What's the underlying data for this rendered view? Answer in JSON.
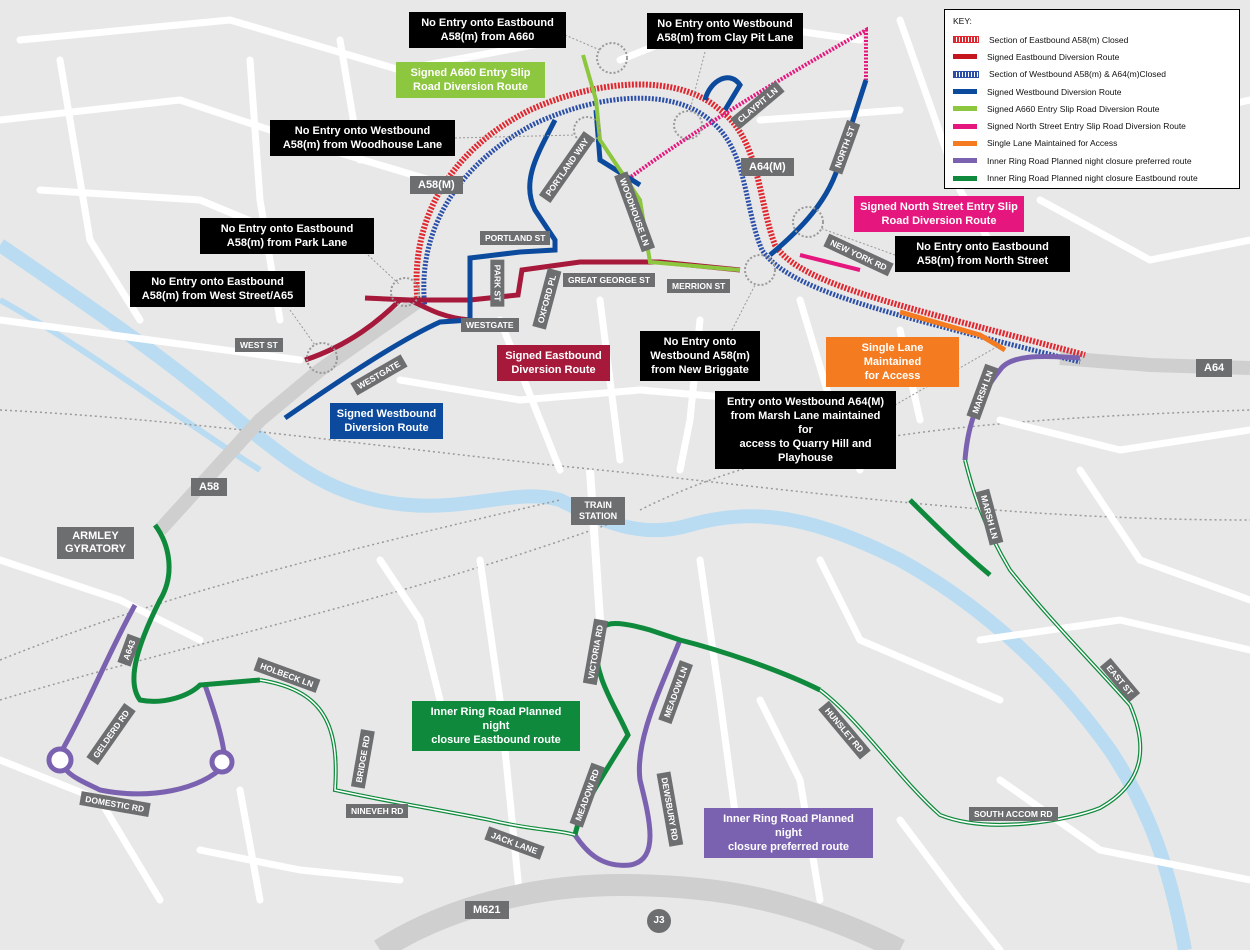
{
  "key": {
    "title": "KEY:",
    "items": [
      {
        "label": "Section of Eastbound A58(m) Closed",
        "color": "#e0262e",
        "style": "hatched"
      },
      {
        "label": "Signed Eastbound Diversion Route",
        "color": "#c4161c",
        "style": "solid"
      },
      {
        "label": "Section of Westbound A58(m) & A64(m)Closed",
        "color": "#2b4fa8",
        "style": "hatched"
      },
      {
        "label": "Signed Westbound Diversion Route",
        "color": "#0b4a9c",
        "style": "solid"
      },
      {
        "label": "Signed A660 Entry Slip Road Diversion Route",
        "color": "#8dc63f",
        "style": "solid"
      },
      {
        "label": "Signed North Street Entry Slip Road Diversion Route",
        "color": "#e5177e",
        "style": "solid"
      },
      {
        "label": "Single Lane Maintained for Access",
        "color": "#f47b20",
        "style": "solid"
      },
      {
        "label": "Inner Ring Road Planned night closure preferred route",
        "color": "#7b62b0",
        "style": "solid"
      },
      {
        "label": "Inner Ring Road Planned night closure Eastbound route",
        "color": "#0f8a3c",
        "style": "solid"
      }
    ]
  },
  "callouts": {
    "a660": [
      "No Entry onto Eastbound",
      "A58(m) from A660"
    ],
    "claypit": [
      "No Entry onto Westbound",
      "A58(m) from Clay Pit Lane"
    ],
    "woodhouse": [
      "No Entry onto Westbound",
      "A58(m) from Woodhouse Lane"
    ],
    "parklane": [
      "No Entry onto Eastbound",
      "A58(m) from Park Lane"
    ],
    "weststreet": [
      "No Entry onto Eastbound",
      "A58(m) from West Street/A65"
    ],
    "northstreet": [
      "No Entry onto Eastbound",
      "A58(m) from North Street"
    ],
    "newbriggate": [
      "No Entry onto",
      "Westbound A58(m)",
      "from New Briggate"
    ],
    "marshlane": [
      "Entry onto Westbound A64(M)",
      "from Marsh Lane maintained for",
      "access to Quarry Hill and",
      "Playhouse"
    ]
  },
  "route_labels": {
    "a660slip": [
      "Signed A660 Entry Slip",
      "Road Diversion Route"
    ],
    "northslip": [
      "Signed North Street Entry Slip",
      "Road Diversion Route"
    ],
    "eastbound": [
      "Signed Eastbound",
      "Diversion Route"
    ],
    "westbound": [
      "Signed Westbound",
      "Diversion Route"
    ],
    "singlelane": [
      "Single Lane Maintained",
      "for Access"
    ],
    "irr_east": [
      "Inner Ring Road Planned night",
      "closure Eastbound route"
    ],
    "irr_pref": [
      "Inner Ring Road Planned night",
      "closure preferred route"
    ]
  },
  "road_tags": {
    "a58m": "A58(M)",
    "a64m": "A64(M)",
    "a64": "A64",
    "a58": "A58",
    "m621": "M621",
    "j3": "J3",
    "armley": [
      "ARMLEY",
      "GYRATORY"
    ],
    "train": [
      "TRAIN",
      "STATION"
    ]
  },
  "streets": {
    "claypit": "CLAYPIT LN",
    "northst": "NORTH ST",
    "portlandway": "PORTLAND WAY",
    "woodhouse": "WOODHOUSE LN",
    "portlandst": "PORTLAND ST",
    "parkst": "PARK ST",
    "oxfordpl": "OXFORD PL",
    "greatgeorge": "GREAT GEORGE ST",
    "merrion": "MERRION ST",
    "newyork": "NEW YORK RD",
    "westgate1": "WESTGATE",
    "westgate2": "WESTGATE",
    "westst": "WEST ST",
    "marshln1": "MARSH LN",
    "marshln2": "MARSH LN",
    "eastst": "EAST ST",
    "southaccom": "SOUTH ACCOM RD",
    "hunslet": "HUNSLET RD",
    "victoria": "VICTORIA RD",
    "meadowln": "MEADOW LN",
    "meadowrd": "MEADOW RD",
    "dewsbury": "DEWSBURY RD",
    "jacklane": "JACK LANE",
    "nineveh": "NINEVEH RD",
    "bridge": "BRIDGE RD",
    "holbeck": "HOLBECK LN",
    "a643": "A643",
    "gelderd": "GELDERD RD",
    "domestic": "DOMESTIC RD"
  }
}
